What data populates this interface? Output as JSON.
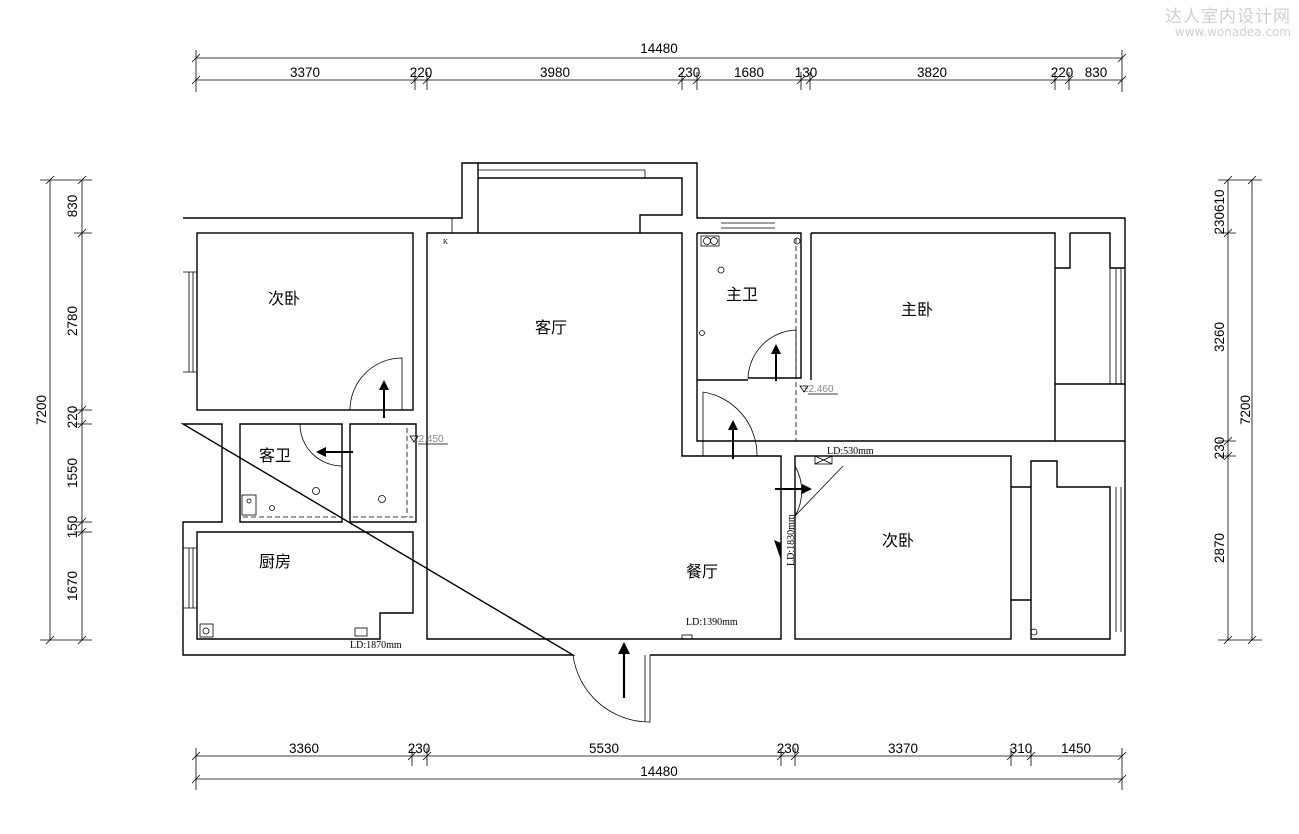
{
  "watermark": {
    "name": "达人室内设计网",
    "url": "www.wonadea.com"
  },
  "dimensions": {
    "top_total": "14480",
    "top_segments": [
      "3370",
      "220",
      "3980",
      "230",
      "1680",
      "130",
      "3820",
      "220",
      "830"
    ],
    "bottom_total": "14480",
    "bottom_segments": [
      "3360",
      "230",
      "5530",
      "230",
      "3370",
      "310",
      "1450"
    ],
    "left_total": "7200",
    "left_segments": [
      "830",
      "2780",
      "220",
      "1550",
      "150",
      "1670"
    ],
    "right_total": "7200",
    "right_top": "230610",
    "right_segments": [
      "3260",
      "230",
      "2870"
    ]
  },
  "rooms": {
    "bedroom_nw": "次卧",
    "living_room": "客厅",
    "master_bath": "主卫",
    "master_bedroom": "主卧",
    "guest_bath": "客卫",
    "kitchen": "厨房",
    "dining_room": "餐厅",
    "bedroom_se": "次卧"
  },
  "annotations": {
    "ld_530": "LD:530mm",
    "ld_1830": "LD:1830mm",
    "ld_1390": "LD:1390mm",
    "ld_1870": "LD:1870mm",
    "level_1": "±2.450",
    "level_2": "±2.460"
  }
}
